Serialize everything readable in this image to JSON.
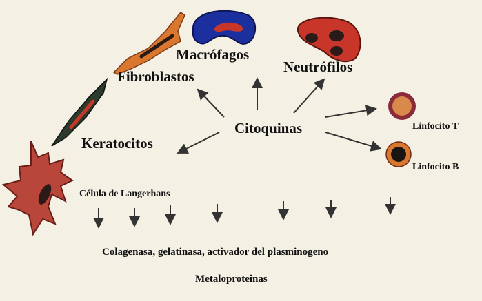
{
  "center": "Citoquinas",
  "cells": {
    "macrofagos": "Macrófagos",
    "fibroblastos": "Fibroblastos",
    "neutrofilos": "Neutrófilos",
    "keratocitos": "Keratocitos",
    "linfocito_t": "Linfocito T",
    "linfocito_b": "Linfocito B",
    "langerhans": "Célula de Langerhans"
  },
  "products": {
    "enzymes": "Colagenasa, gelatinasa, activador del plasminogeno",
    "metaloproteinas": "Metaloproteinas"
  },
  "colors": {
    "background": "#f4f0e4",
    "macrophage": "#1c2f9e",
    "fibroblast": "#d9772e",
    "neutrophil": "#c8362a",
    "keratocyte": "#2b3a2a",
    "langerhans": "#b8463a"
  }
}
